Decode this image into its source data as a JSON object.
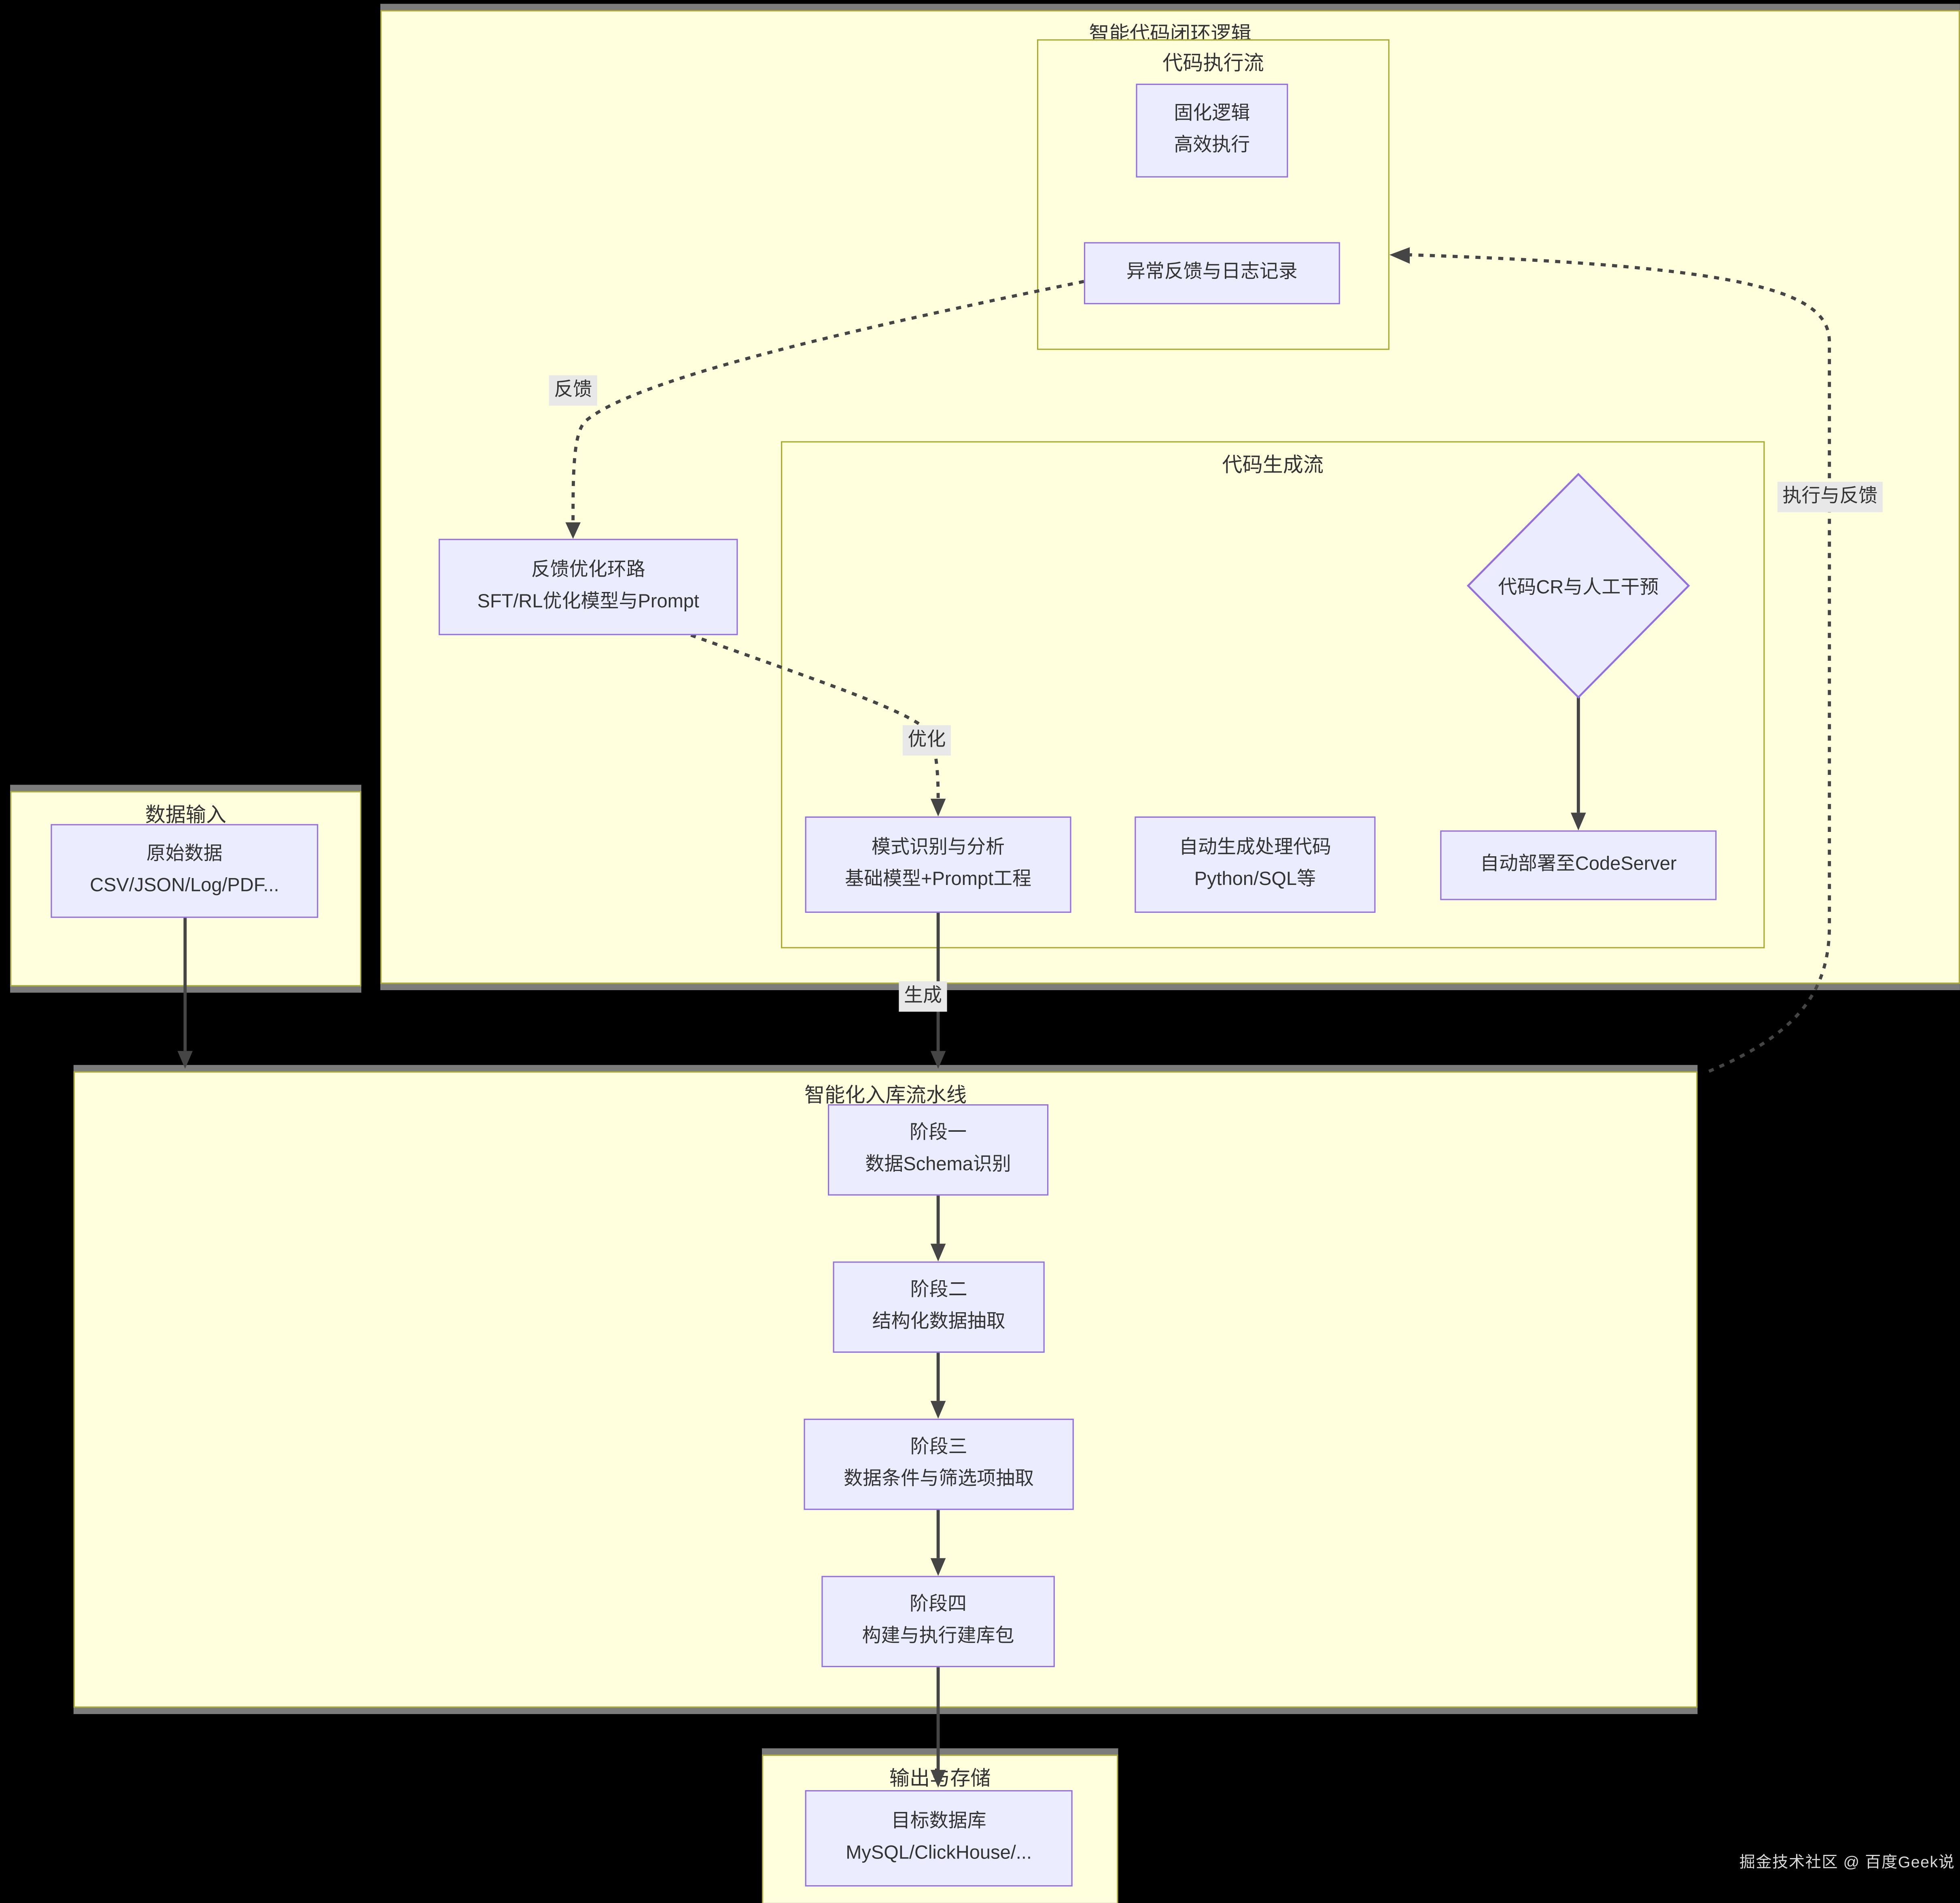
{
  "diagram": {
    "clusters": {
      "code_loop": {
        "label": "智能代码闭环逻辑"
      },
      "code_exec": {
        "label": "代码执行流"
      },
      "code_gen": {
        "label": "代码生成流"
      },
      "data_input": {
        "label": "数据输入"
      },
      "pipeline": {
        "label": "智能化入库流水线"
      },
      "output": {
        "label": "输出与存储"
      }
    },
    "nodes": {
      "solid_logic": {
        "lines": [
          "固化逻辑",
          "高效执行"
        ]
      },
      "exception_log": {
        "lines": [
          "异常反馈与日志记录"
        ]
      },
      "feedback_loop": {
        "lines": [
          "反馈优化环路",
          "SFT/RL优化模型与Prompt"
        ]
      },
      "code_cr": {
        "lines": [
          "代码CR与人工干预"
        ]
      },
      "pattern_recog": {
        "lines": [
          "模式识别与分析",
          "基础模型+Prompt工程"
        ]
      },
      "auto_code": {
        "lines": [
          "自动生成处理代码",
          "Python/SQL等"
        ]
      },
      "deploy": {
        "lines": [
          "自动部署至CodeServer"
        ]
      },
      "raw_data": {
        "lines": [
          "原始数据",
          "CSV/JSON/Log/PDF..."
        ]
      },
      "stage1": {
        "lines": [
          "阶段一",
          "数据Schema识别"
        ]
      },
      "stage2": {
        "lines": [
          "阶段二",
          "结构化数据抽取"
        ]
      },
      "stage3": {
        "lines": [
          "阶段三",
          "数据条件与筛选项抽取"
        ]
      },
      "stage4": {
        "lines": [
          "阶段四",
          "构建与执行建库包"
        ]
      },
      "target_db": {
        "lines": [
          "目标数据库",
          "MySQL/ClickHouse/..."
        ]
      }
    },
    "edge_labels": {
      "feedback": "反馈",
      "optimize": "优化",
      "generate": "生成",
      "exec_feedback": "执行与反馈"
    },
    "colors": {
      "background": "#000000",
      "cluster_fill": "#ffffde",
      "cluster_border": "#aaaa33",
      "node_fill": "#ECECFF",
      "node_border": "#9370DB",
      "edge": "#454545",
      "edge_label_bg": "#e8e8e8",
      "text": "#333333"
    },
    "watermark": "掘金技术社区 @ 百度Geek说"
  }
}
